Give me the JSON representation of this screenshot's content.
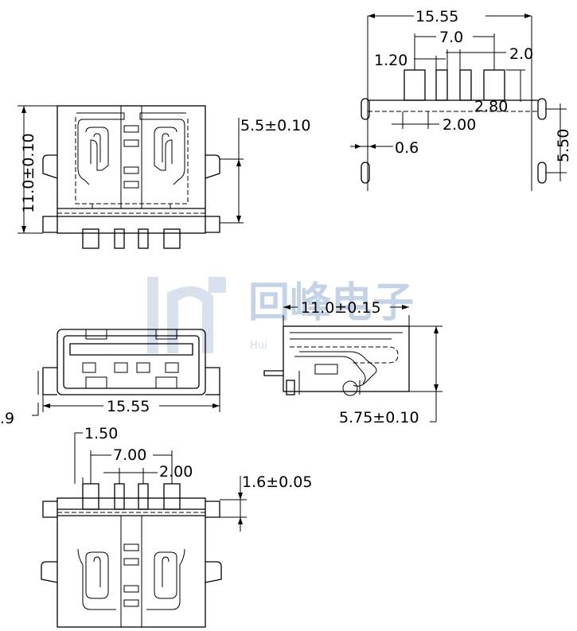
{
  "watermark": {
    "brand_text": "回峰电子",
    "sub_text": "Hui"
  },
  "dimensions": {
    "top_view": {
      "height_total": "11.0±0.10",
      "height_partial": "5.5±0.10"
    },
    "pin_view": {
      "width_total": "15.55",
      "pin_span": "7.0",
      "pad_width": "1.20",
      "pitch": "2.0",
      "pad_length": "2.80",
      "pad_pitch": "2.00",
      "slot_width": "0.6",
      "slot_span": "5.50"
    },
    "front_view": {
      "width": "15.55",
      "height": ".9"
    },
    "side_view": {
      "length": "11.0±0.15",
      "height": "5.75±0.10"
    },
    "bottom_view": {
      "pad_width": "1.50",
      "pin_span": "7.00",
      "pitch": "2.00",
      "offset": "1.6±0.05"
    }
  }
}
